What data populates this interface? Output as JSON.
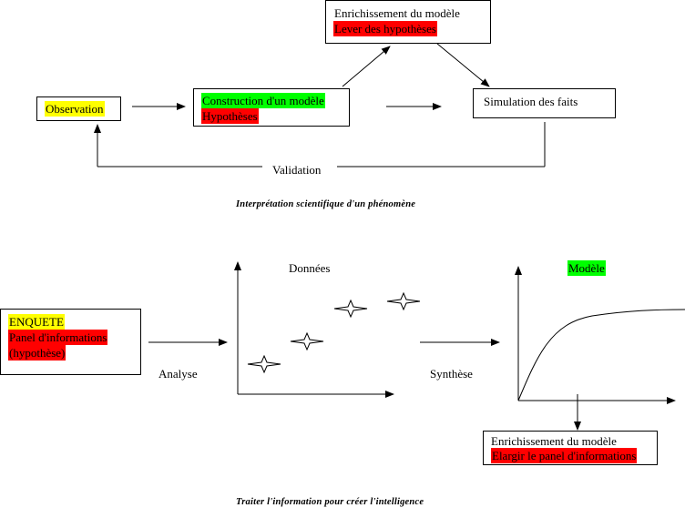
{
  "colors": {
    "yellow": "#ffff00",
    "green": "#00ff00",
    "red": "#ff0000"
  },
  "top": {
    "observation": "Observation",
    "construction": {
      "line1": "Construction d'un modèle",
      "line2": "Hypothèses"
    },
    "enrichissement": {
      "line1": "Enrichissement du modèle",
      "line2": "Lever des hypothèses"
    },
    "simulation": "Simulation des faits",
    "validation": "Validation",
    "caption": "Interprétation scientifique d'un phénomène"
  },
  "bottom": {
    "enquete": {
      "line1": "ENQUETE",
      "line2": "Panel d'informations",
      "line3": "(hypothèse)"
    },
    "analyse": "Analyse",
    "donnees": "Données",
    "synthese": "Synthèse",
    "modele": "Modèle",
    "enrichissement": {
      "line1": "Enrichissement du modèle",
      "line2": "Elargir le panel d'informations"
    },
    "caption": "Traiter l'information pour créer l'intelligence"
  }
}
